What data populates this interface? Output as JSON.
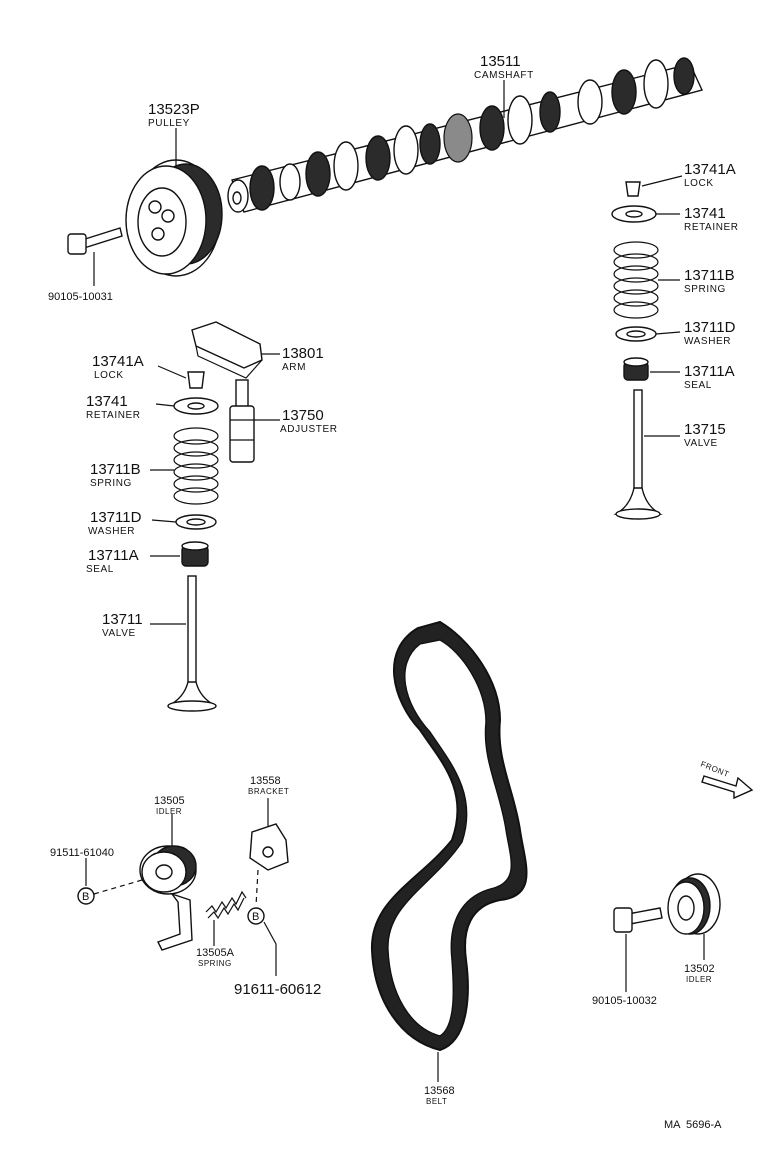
{
  "diagram_code": "MA  5696-A",
  "parts": {
    "camshaft": {
      "number": "13511",
      "name": "CAMSHAFT"
    },
    "pulley": {
      "number": "13523P",
      "name": "PULLEY"
    },
    "pulley_bolt": {
      "number": "90105-10031"
    },
    "lock_right": {
      "number": "13741A",
      "name": "LOCK"
    },
    "retainer_right": {
      "number": "13741",
      "name": "RETAINER"
    },
    "spring_right": {
      "number": "13711B",
      "name": "SPRING"
    },
    "washer_right": {
      "number": "13711D",
      "name": "WASHER"
    },
    "seal_right": {
      "number": "13711A",
      "name": "SEAL"
    },
    "valve_right": {
      "number": "13715",
      "name": "VALVE"
    },
    "arm": {
      "number": "13801",
      "name": "ARM"
    },
    "adjuster": {
      "number": "13750",
      "name": "ADJUSTER"
    },
    "lock_left": {
      "number": "13741A",
      "name": "LOCK"
    },
    "retainer_left": {
      "number": "13741",
      "name": "RETAINER"
    },
    "spring_left": {
      "number": "13711B",
      "name": "SPRING"
    },
    "washer_left": {
      "number": "13711D",
      "name": "WASHER"
    },
    "seal_left": {
      "number": "13711A",
      "name": "SEAL"
    },
    "valve_left": {
      "number": "13711",
      "name": "VALVE"
    },
    "bracket": {
      "number": "13558",
      "name": "BRACKET"
    },
    "idler_tensioner": {
      "number": "13505",
      "name": "IDLER"
    },
    "idler_bolt": {
      "number": "91511-61040"
    },
    "tension_spring": {
      "number": "13505A",
      "name": "SPRING"
    },
    "spring_pin": {
      "number": "91611-60612"
    },
    "belt": {
      "number": "13568",
      "name": "BELT"
    },
    "idler_right": {
      "number": "13502",
      "name": "IDLER"
    },
    "idler_right_bolt": {
      "number": "90105-10032"
    }
  },
  "callouts": {
    "ref_b_1": "B",
    "ref_b_2": "B"
  },
  "front_indicator": "FRONT"
}
